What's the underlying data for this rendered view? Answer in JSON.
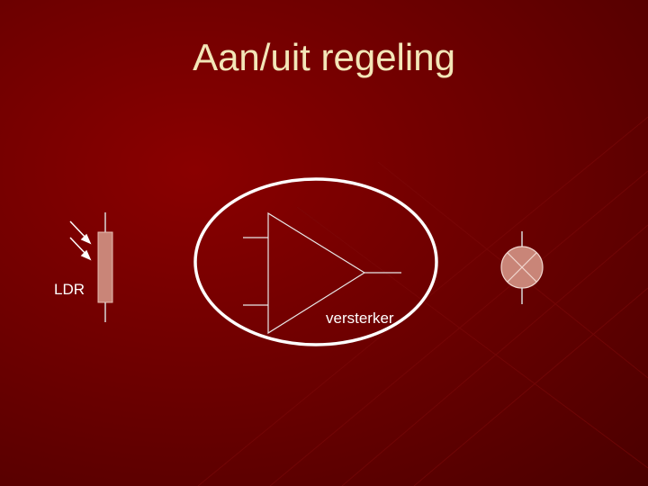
{
  "slide": {
    "title": "Aan/uit regeling",
    "ldr_label": "LDR",
    "amplifier_label": "versterker"
  },
  "colors": {
    "background": "#6e0000",
    "title_text": "#f3e6b8",
    "resistor_fill": "#c98578",
    "lamp_fill": "#c98578",
    "wire": "#e8e8e8",
    "ellipse": "#ffffff"
  },
  "icons": [
    "light-arrow-icon",
    "resistor-icon",
    "amplifier-triangle-icon",
    "lamp-icon"
  ]
}
